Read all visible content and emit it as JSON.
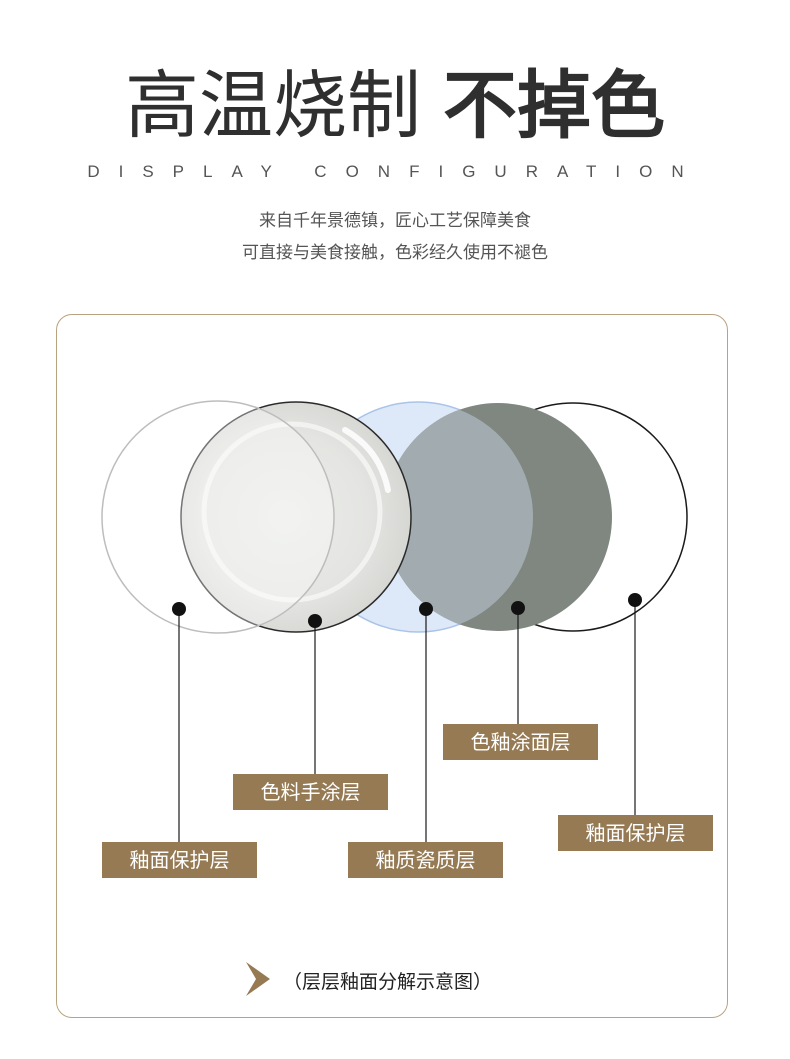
{
  "header": {
    "title_light": "高温烧制",
    "title_bold": "不掉色",
    "subtitle": "DISPLAY CONFIGURATION",
    "desc_line1": "来自千年景德镇，匠心工艺保障美食",
    "desc_line2": "可直接与美食接触，色彩经久使用不褪色"
  },
  "labels": {
    "layer1": "釉面保护层",
    "layer2": "色料手涂层",
    "layer3": "釉质瓷质层",
    "layer4": "色釉涂面层",
    "layer5": "釉面保护层"
  },
  "footer": {
    "caption": "（层层釉面分解示意图）",
    "icon": "chevron-right-icon"
  },
  "colors": {
    "accent": "#957a54",
    "border": "#b9a27f",
    "blue_layer": "#dde9f8",
    "gray_layer": "#808680",
    "dot": "#111111"
  }
}
